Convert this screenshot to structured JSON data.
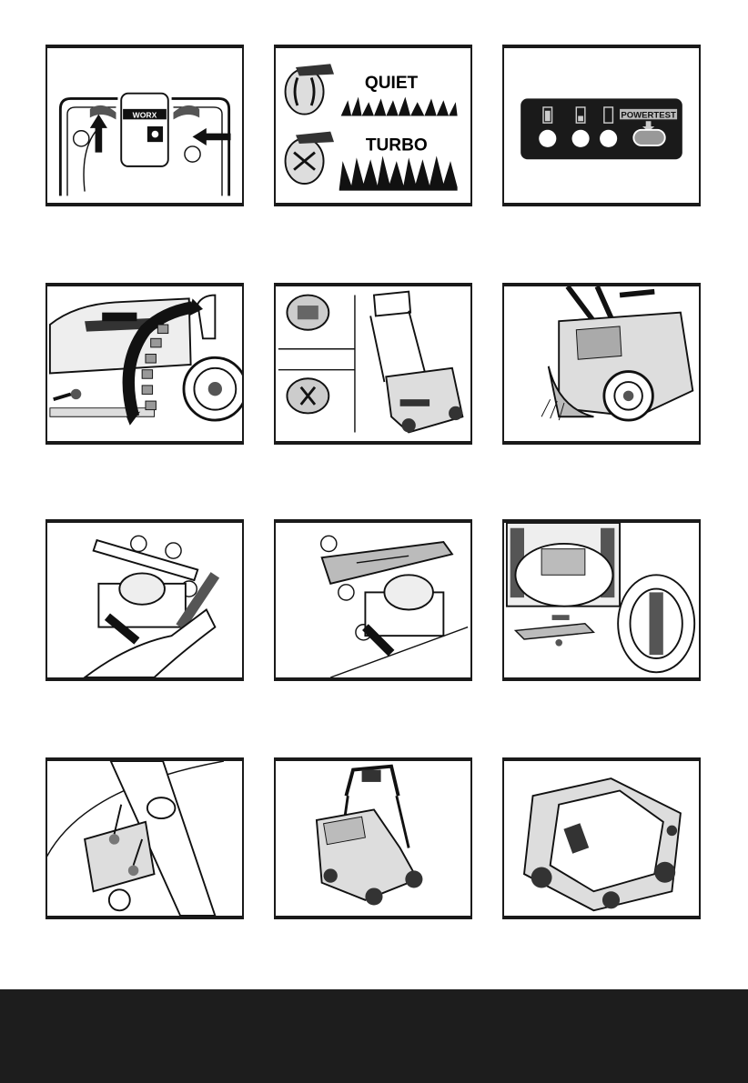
{
  "panel2": {
    "quiet_label": "QUIET",
    "turbo_label": "TURBO"
  },
  "panel3": {
    "powertest_label": "POWERTEST"
  }
}
